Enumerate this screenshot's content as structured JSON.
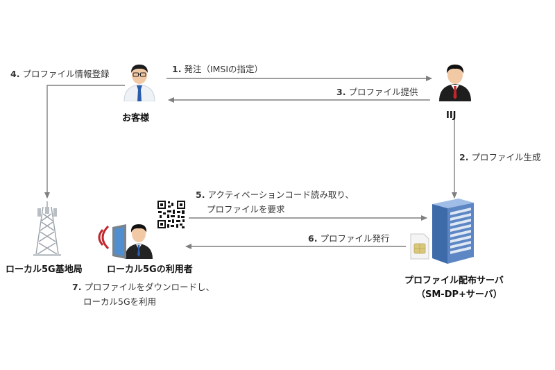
{
  "actors": {
    "customer": "お客様",
    "iij": "IIJ",
    "base_station": "ローカル5G基地局",
    "user": "ローカル5Gの利用者",
    "server_line1": "プロファイル配布サーバ",
    "server_line2": "（SM-DP+サーバ）"
  },
  "steps": {
    "s1": {
      "num": "1.",
      "text": "発注（IMSIの指定）"
    },
    "s2": {
      "num": "2.",
      "text": "プロファイル生成"
    },
    "s3": {
      "num": "3.",
      "text": "プロファイル提供"
    },
    "s4": {
      "num": "4.",
      "text": "プロファイル情報登録"
    },
    "s5": {
      "num": "5.",
      "line1": "アクティベーションコード読み取り、",
      "line2": "プロファイルを要求"
    },
    "s6": {
      "num": "6.",
      "text": "プロファイル発行"
    },
    "s7": {
      "num": "7.",
      "line1": "プロファイルをダウンロードし、",
      "line2": "ローカル5Gを利用"
    }
  },
  "icons": [
    "businessman-icon",
    "manager-icon",
    "cell-tower-icon",
    "tablet-user-icon",
    "qr-code-icon",
    "server-rack-icon",
    "sim-card-icon",
    "signal-waves-icon"
  ],
  "colors": {
    "arrow": "#7f7f7f",
    "server": "#5d86c4",
    "signal": "#c0282e",
    "tie_customer": "#2a5caa",
    "tie_iij": "#c0282e"
  }
}
